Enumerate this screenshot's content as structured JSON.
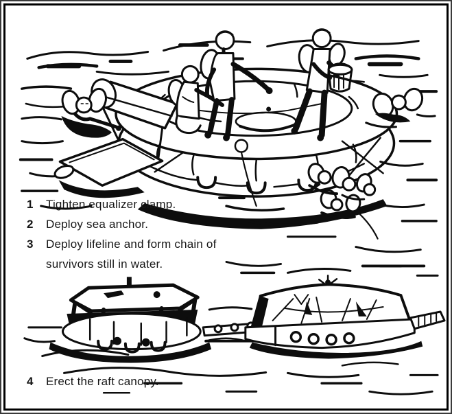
{
  "figure": {
    "type": "instructional-line-art",
    "colors": {
      "ink": "#0d0d0d",
      "paper": "#ffffff",
      "frame_border": "#000000",
      "outer_edge": "#3a3a3a"
    }
  },
  "steps": [
    {
      "num": "1",
      "text": "Tighten equalizer clamp."
    },
    {
      "num": "2",
      "text": "Deploy sea anchor."
    },
    {
      "num": "3",
      "text": "Deploy lifeline and form chain of survivors still in water."
    },
    {
      "num": "4",
      "text": "Erect the raft canopy."
    }
  ]
}
